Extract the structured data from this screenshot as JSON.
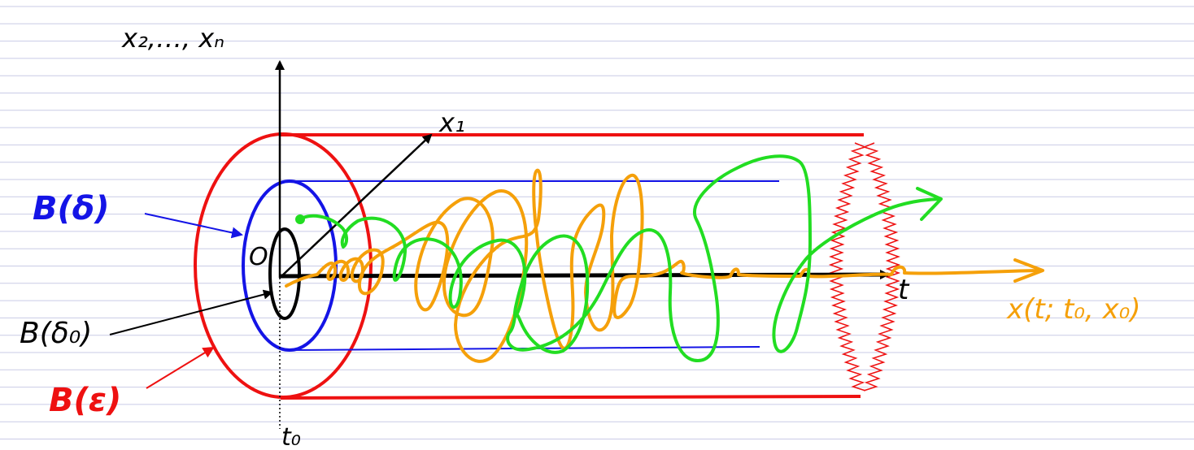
{
  "labels": {
    "vertical_axis": "x₂,…, xₙ",
    "x1_axis": "x₁",
    "origin": "O",
    "time_axis": "t",
    "t0": "t₀",
    "ball_delta": "B(δ)",
    "ball_delta0": "B(δ₀)",
    "ball_epsilon": "B(ε)",
    "trajectory": "x(t; t₀, x₀)"
  },
  "colors": {
    "ruled_lines": "#c9cbe6",
    "axes": "#000000",
    "epsilon": "#ee1111",
    "delta": "#1414e6",
    "delta0": "#000000",
    "orange_trajectory": "#f5a00a",
    "green_trajectory": "#22dd22"
  }
}
